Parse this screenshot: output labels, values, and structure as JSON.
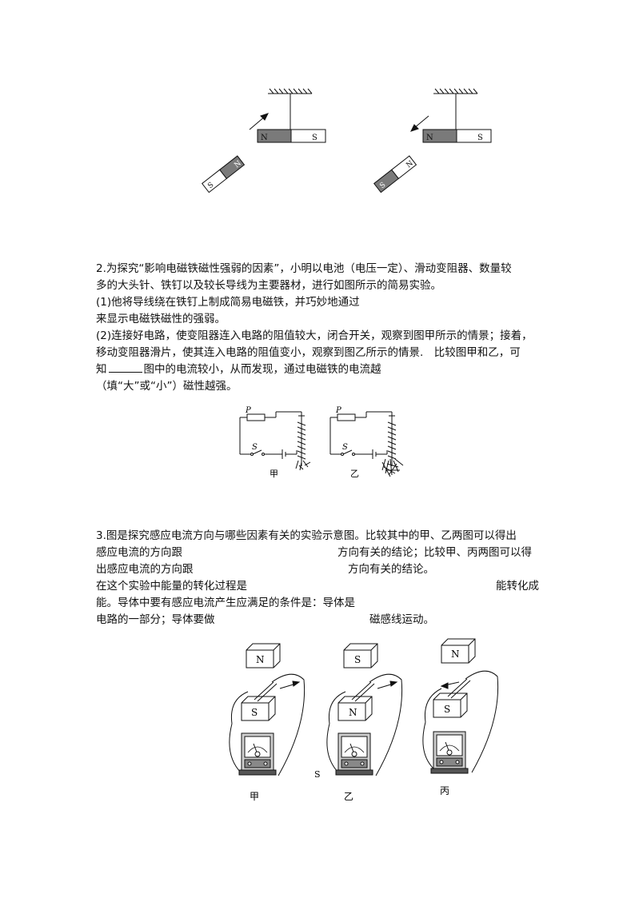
{
  "fig1": {
    "n": "N",
    "s": "S"
  },
  "q2": {
    "line1": "2.为探究“影响电磁铁磁性强弱的因素”，小明以电池（电压一定）、滑动变阻器、数量较",
    "line2": "多的大头针、铁钉以及较长导线为主要器材，进行如图所示的简易实验。",
    "line3": "(1)他将导线绕在铁钉上制成简易电磁铁，并巧妙地通过",
    "line4": "来显示电磁铁磁性的强弱。",
    "line5": "(2)连接好电路，使变阻器连入电路的阻值较大，闭合开关，观察到图甲所示的情景；接着，",
    "line6": "移动变阻器滑片，使其连入电路的阻值变小，观察到图乙所示的情景.　比较图甲和乙，可",
    "line7a": "知",
    "line7b": "图中的电流较小，从而发现，通过电磁铁的电流越",
    "line8": "（填“大”或“小”）磁性越强。",
    "fig": {
      "p": "P",
      "s": "S",
      "cap_a": "甲",
      "cap_b": "乙"
    }
  },
  "q3": {
    "line1": "3.图是探究感应电流方向与哪些因素有关的实验示意图。比较其中的甲、乙两图可以得出",
    "line2a": "感应电流的方向跟",
    "line2b": "方向有关的结论；比较甲、丙两图可以得",
    "line3a": "出感应电流的方向跟",
    "line3b": "方向有关的结论。",
    "line4a": "在这个实验中能量的转化过程是",
    "line4b": "能转化成",
    "line5": "能。导体中要有感应电流产生应满足的条件是：导体是",
    "line6a": "电路的一部分；导体要做",
    "line6b": "磁感线运动。",
    "fig": {
      "a_top": "N",
      "a_bottom": "S",
      "cap_a": "甲",
      "b_top": "S",
      "b_bottom": "N",
      "cap_b": "乙",
      "c_top": "N",
      "c_bottom": "S",
      "cap_c": "丙",
      "stray": "S"
    }
  }
}
